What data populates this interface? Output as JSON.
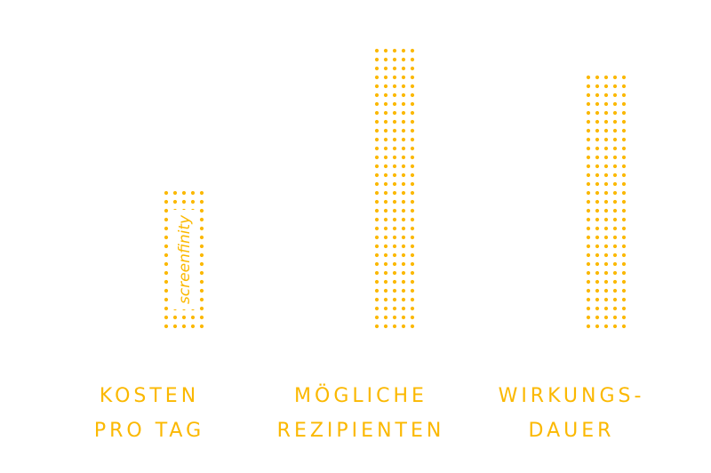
{
  "chart_data": {
    "type": "bar",
    "style": "dotted",
    "categories": [
      "KOSTEN PRO TAG",
      "MÖGLICHE REZIPIENTEN",
      "WIRKUNGS- DAUER"
    ],
    "category_lines": [
      [
        "KOSTEN",
        "PRO TAG"
      ],
      [
        "MÖGLICHE",
        "REZIPIENTEN"
      ],
      [
        "WIRKUNGS-",
        "DAUER"
      ]
    ],
    "values": [
      16,
      32,
      29
    ],
    "title": "",
    "xlabel": "",
    "ylabel": "",
    "grid": false,
    "color": "#fbb800"
  },
  "watermark": "screenfinity"
}
